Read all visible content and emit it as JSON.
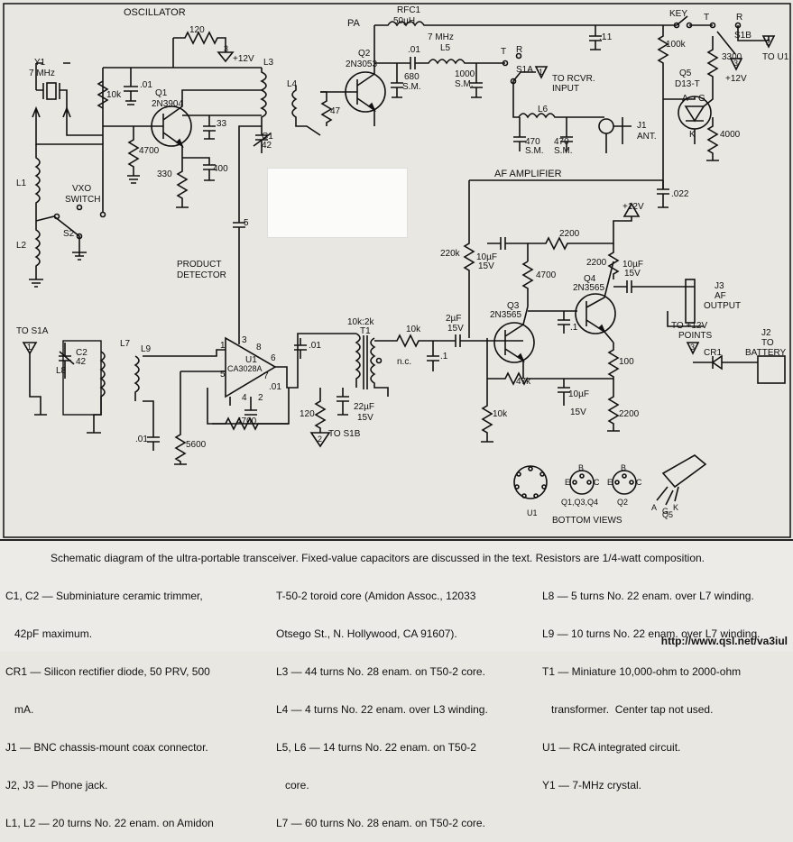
{
  "labels": {
    "oscillator": "OSCILLATOR",
    "pa": "PA",
    "af_amplifier": "AF AMPLIFIER",
    "product_detector_1": "PRODUCT",
    "product_detector_2": "DETECTOR",
    "vxo_switch_1": "VXO",
    "vxo_switch_2": "SWITCH",
    "y1": "Y1",
    "y1_freq": "7 MHz",
    "rfc1": "RFC1",
    "rfc1_val": "50µH",
    "key": "KEY",
    "q1": "Q1",
    "q1_part": "2N3904",
    "q2": "Q2",
    "q2_part": "2N3053",
    "q3": "Q3",
    "q3_part": "2N3565",
    "q4": "Q4",
    "q4_part": "2N3565",
    "q5": "Q5",
    "q5_part": "D13-T",
    "u1": "U1",
    "u1_part": "CA3028A",
    "t1": "T1",
    "t1_ratio": "10k:2k",
    "to_s1a_left": "TO S1A",
    "to_rcvr_1": "TO RCVR.",
    "to_rcvr_2": "INPUT",
    "to_u1": "TO U1",
    "to_s1b": "TO S1B",
    "j1_1": "J1",
    "j1_2": "ANT.",
    "j2_1": "J2",
    "j2_2": "TO",
    "j2_3": "BATTERY",
    "j3_1": "J3",
    "j3_2": "AF",
    "j3_3": "OUTPUT",
    "to_12v_1": "TO +12V",
    "to_12v_2": "POINTS",
    "cr1": "CR1",
    "bottom_views": "BOTTOM VIEWS",
    "plus12v": "+12V",
    "nc": "n.c.",
    "seven_mhz": "7 MHz",
    "l1": "L1",
    "l2": "L2",
    "l3": "L3",
    "l4": "L4",
    "l5": "L5",
    "l6": "L6",
    "l7": "L7",
    "l8": "L8",
    "l9": "L9",
    "c1": "C1",
    "c1_val": "42",
    "c2": "C2",
    "c2_val": "42",
    "s2": "S2",
    "s1a": "S1A",
    "s1b": "S1B",
    "r120a": "120",
    "r10k_a": "10k",
    "c01_a": ".01",
    "c33": "33",
    "r4700_a": "4700",
    "r330": "330",
    "c400": "400",
    "r47": "47",
    "c01_b": ".01",
    "c680": "680",
    "sm": "S.M.",
    "c1000": "1000",
    "c01_c": ".01",
    "c470_a": "470",
    "c470_b": "470",
    "r100k": "100k",
    "r3300": "3300",
    "r4000": "4000",
    "c022": ".022",
    "r220k": "220k",
    "c10uf_a": "10µF",
    "v15": "15V",
    "r2200_a": "2200",
    "r2200_b": "2200",
    "r4700_b": "4700",
    "c10uf_b": "10µF",
    "c1_c": ".1",
    "r100": "100",
    "r47k": "47k",
    "c10uf_c": "10µF",
    "r2200_c": "2200",
    "r10k_b": "10k",
    "r10k_c": "10k",
    "c2uf": "2µF",
    "c1_d": ".1",
    "c01_d": ".01",
    "r120_b": "120",
    "c22uf": "22µF",
    "c5": "5",
    "r4700_c": "4700",
    "c01_e": ".01",
    "r5600": "5600",
    "c01_f": ".01",
    "c1_b": ".1",
    "pin1": "1",
    "pin2": "2",
    "pin3": "3",
    "pin4": "4",
    "pin5": "5",
    "pin6": "6",
    "pin7": "7",
    "pin8": "8",
    "q134": "Q1,Q3,Q4",
    "q2b": "Q2",
    "q5b": "Q5",
    "t": "T",
    "r": "R",
    "a": "A",
    "g": "G",
    "k": "K",
    "b": "B",
    "e": "E",
    "c": "C",
    "gnd_num_2": "2",
    "gnd_num_3": "3",
    "gnd_num_1": "1"
  },
  "caption": {
    "title": "Schematic diagram of the ultra-portable transceiver. Fixed-value capacitors are discussed in the text. Resistors are 1/4-watt composition.",
    "col1": [
      "C1, C2 — Subminiature ceramic trimmer,",
      "   42pF maximum.",
      "CR1 — Silicon rectifier diode, 50 PRV, 500",
      "   mA.",
      "J1 — BNC chassis-mount coax connector.",
      "J2, J3 — Phone jack.",
      "L1, L2 — 20 turns No. 22 enam. on Amidon"
    ],
    "col2": [
      "T-50-2 toroid core (Amidon Assoc., 12033",
      "Otsego St., N. Hollywood, CA 91607).",
      "L3 — 44 turns No. 28 enam. on T50-2 core.",
      "L4 — 4 turns No. 22 enam. over L3 winding.",
      "L5, L6 — 14 turns No. 22 enam. on T50-2",
      "   core.",
      "L7 — 60 turns No. 28 enam. on T50-2 core."
    ],
    "col3": [
      "L8 — 5 turns No. 22 enam. over L7 winding.",
      "L9 — 10 turns No. 22 enam. over L7 winding.",
      "T1 — Miniature 10,000-ohm to 2000-ohm",
      "   transformer.  Center tap not used.",
      "U1 — RCA integrated circuit.",
      "Y1 — 7-MHz crystal."
    ],
    "url": "http://www.qsl.net/va3iul"
  }
}
